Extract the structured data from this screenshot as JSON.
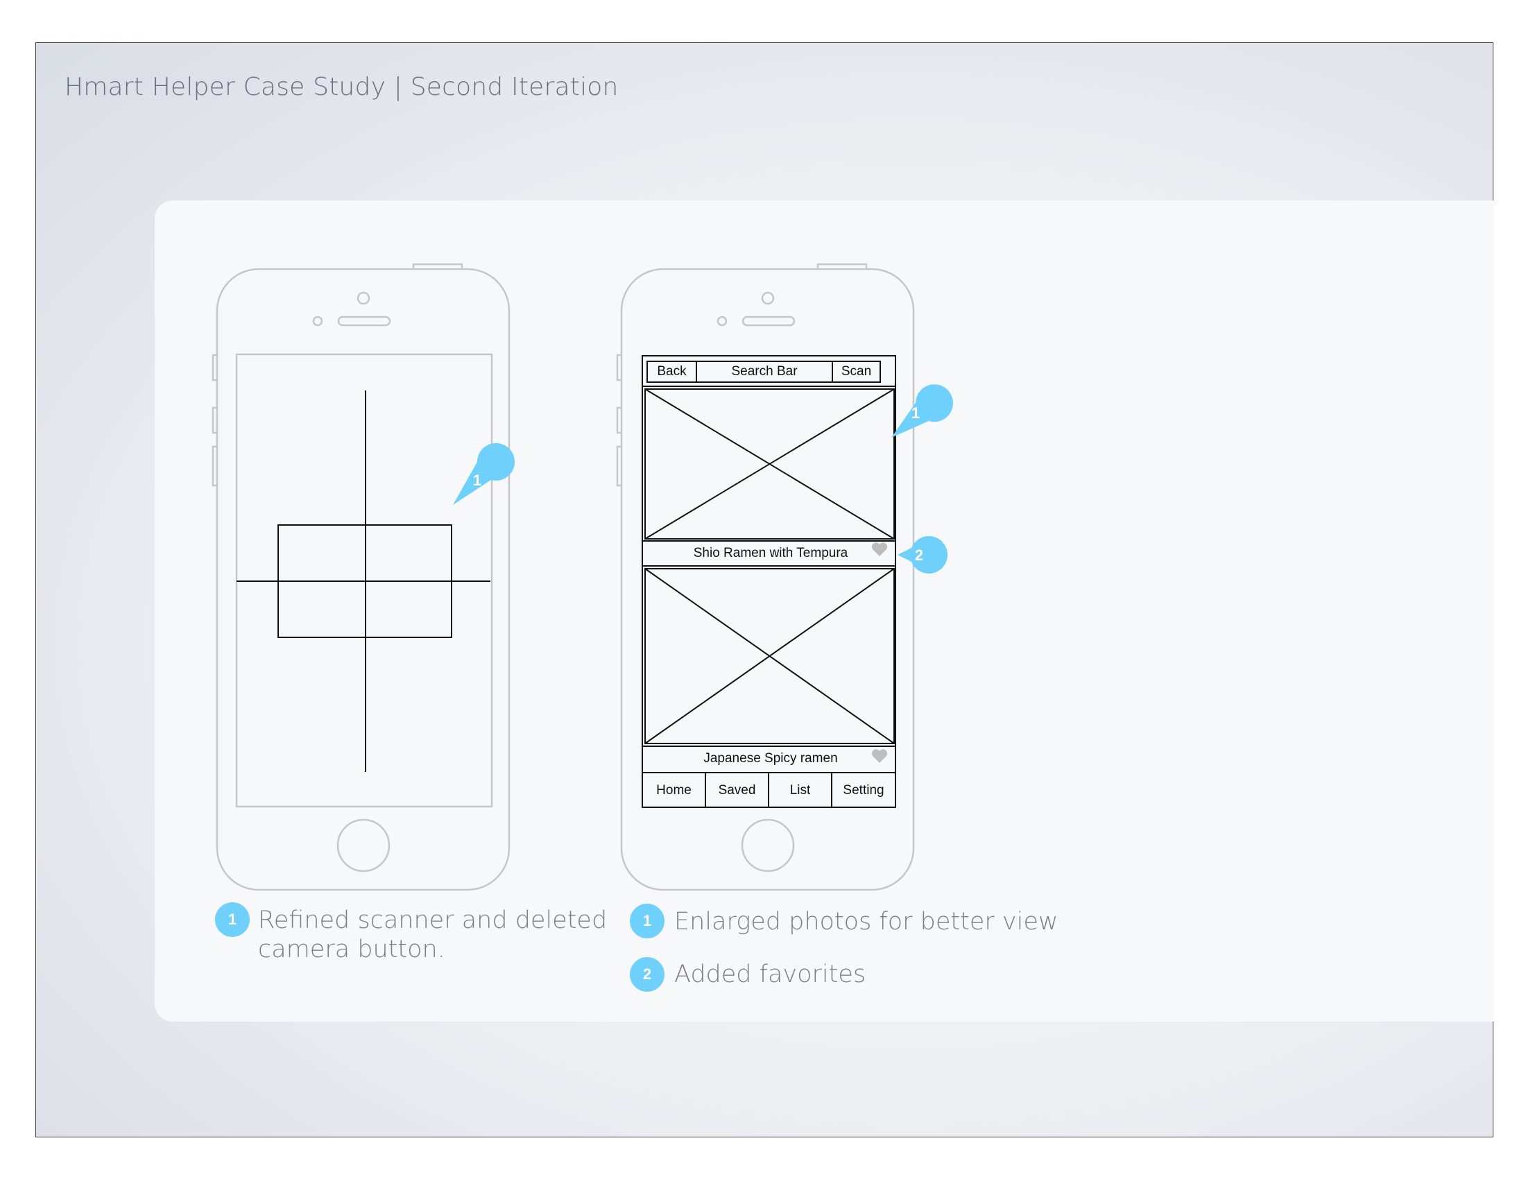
{
  "title": "Hmart Helper Case Study | Second Iteration",
  "phone2": {
    "nav": {
      "back": "Back",
      "search": "Search Bar",
      "scan": "Scan"
    },
    "items": [
      {
        "label": "Shio Ramen with Tempura"
      },
      {
        "label": "Japanese Spicy ramen"
      }
    ],
    "tabs": [
      "Home",
      "Saved",
      "List",
      "Setting"
    ]
  },
  "callouts": {
    "phone1_pin": "1",
    "phone2_pin1": "1",
    "phone2_pin2": "2"
  },
  "notes_left": [
    {
      "num": "1",
      "line1": "Refined scanner and deleted",
      "line2": "camera button."
    }
  ],
  "notes_right": [
    {
      "num": "1",
      "text": "Enlarged photos for better view"
    },
    {
      "num": "2",
      "text": "Added favorites"
    }
  ],
  "colors": {
    "accent": "#6fd0fb",
    "outline": "#c4c6cb",
    "wire": "#000000"
  }
}
